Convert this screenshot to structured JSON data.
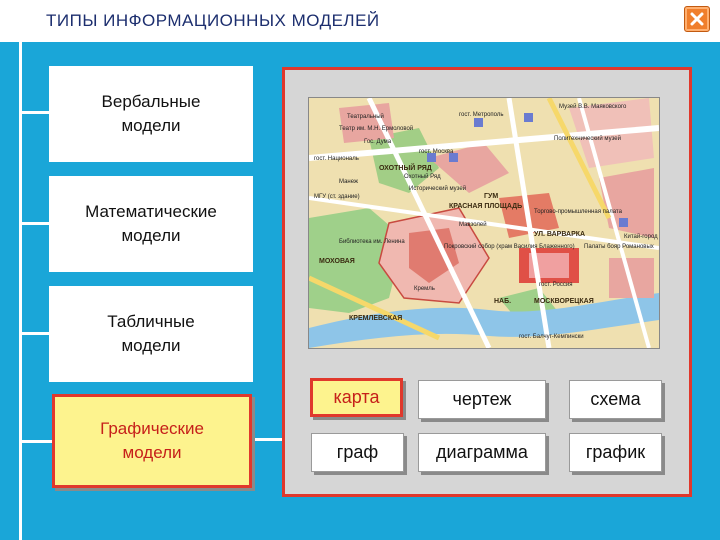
{
  "window": {
    "title": "ТИПЫ  ИНФОРМАЦИОННЫХ  МОДЕЛЕЙ"
  },
  "left_menu": [
    {
      "label_line1": "Вербальные",
      "label_line2": "модели"
    },
    {
      "label_line1": "Математические",
      "label_line2": "модели"
    },
    {
      "label_line1": "Табличные",
      "label_line2": "модели"
    },
    {
      "label_line1": "Графические",
      "label_line2": "модели",
      "selected": true
    }
  ],
  "graphic_types": {
    "row1": [
      "карта",
      "чертеж",
      "схема"
    ],
    "row2": [
      "граф",
      "диаграмма",
      "график"
    ],
    "selected": "карта"
  },
  "map_labels": {
    "theater": "Театральный",
    "teatr_mkhat": "Театр им. М.Н. Ермоловой",
    "gost_metropol": "гост. Метрополь",
    "muzei_mayakovskogo": "Музей В.В. Маяковского",
    "politech": "Политехнический музей",
    "gost_natsional": "гост. Националь",
    "gos_duma": "Гос. Дума",
    "gost_moskva": "гост. Москва",
    "okhotny_ryad": "Охотный Ряд",
    "ist_muzei": "Исторический музей",
    "krasnaya": "КРАСНАЯ ПЛОЩАДЬ",
    "gum": "ГУМ",
    "mavzolei": "Мавзолей",
    "kitai_gorod": "Китай-город",
    "torgovo": "Торгово-промышленная палата",
    "varvarka": "УЛ. ВАРВАРКА",
    "palaty": "Палаты бояр Романовых",
    "pokrovsky": "Покровский собор (храм Василия Блаженного)",
    "kreml": "Кремль",
    "gost_rossiya": "гост. Россия",
    "nab": "НАБ.",
    "moskvoretskaya": "МОСКВОРЕЦКАЯ",
    "kremlevskaya": "КРЕМЛЕВСКАЯ",
    "gost_baltschug": "гост. Балчуг-Кемпински",
    "biblioteka": "Библиотека им. Ленина",
    "mokhovaya": "МОХОВАЯ",
    "manezh": "Манеж",
    "okhotny_ul": "ОХОТНЫЙ РЯД",
    "mgu": "МГУ (ст. здание)"
  },
  "colors": {
    "background": "#1aa6d8",
    "accent_red": "#e0382c",
    "highlight_yellow": "#fdf38e",
    "close_orange": "#f07f2c"
  }
}
